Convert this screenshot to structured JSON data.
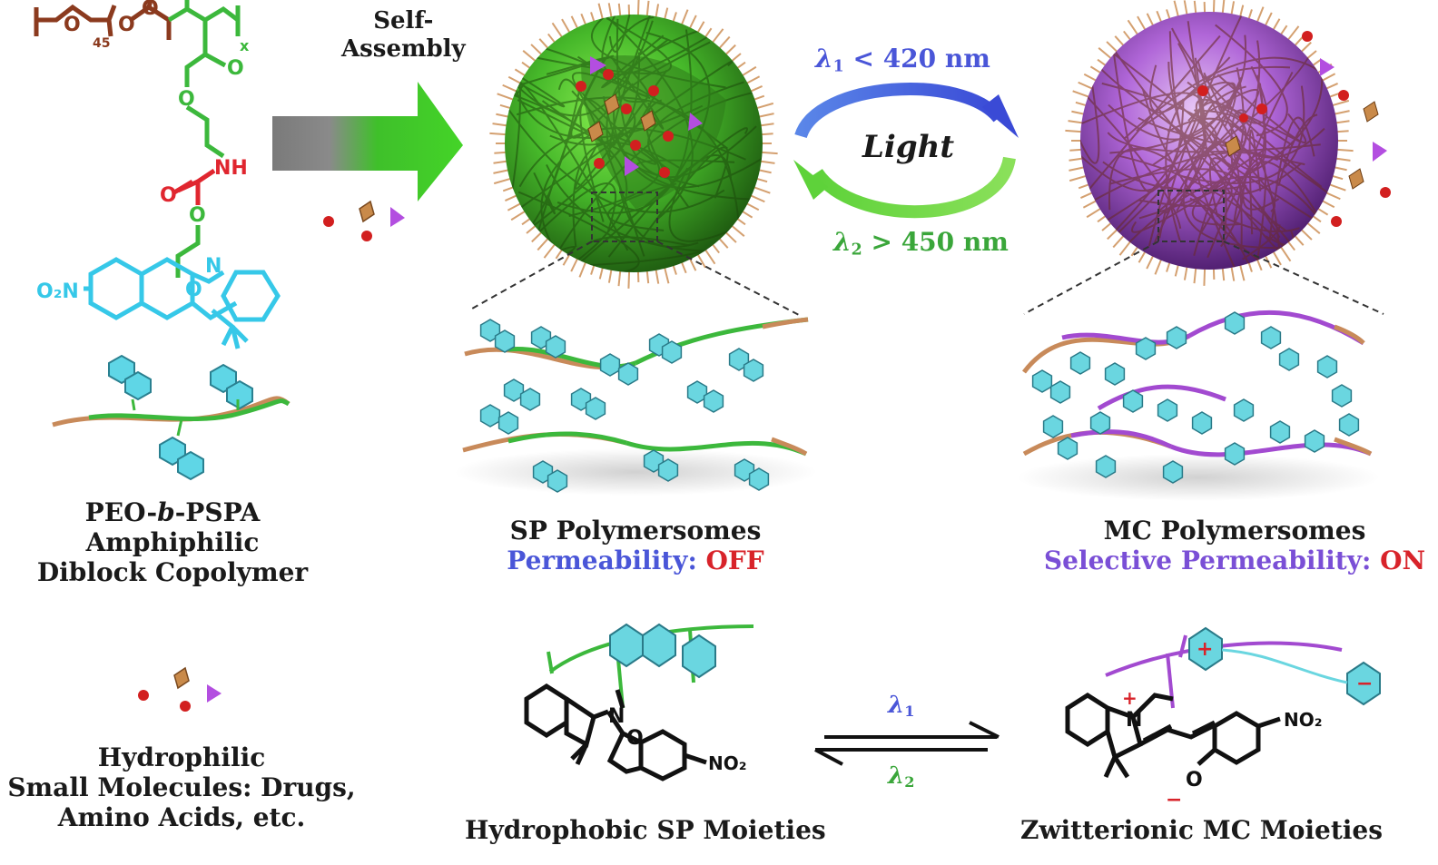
{
  "self_assembly": [
    "Self-",
    "Assembly"
  ],
  "light": "Light",
  "lambda1_forward": {
    "sym": "λ",
    "sub": "1",
    "rel": " < 420 nm"
  },
  "lambda2_back": {
    "sym": "λ",
    "sub": "2",
    "rel": " > 450 nm"
  },
  "copolymer": {
    "line1_a": "PEO-",
    "line1_b": "b",
    "line1_c": "-PSPA",
    "line2": "Amphiphilic",
    "line3": "Diblock Copolymer",
    "peo_repeat": "45",
    "pspa_repeat": "x",
    "nh": "NH",
    "nitro": "O₂N"
  },
  "hydrophilic": [
    "Hydrophilic",
    "Small Molecules: Drugs,",
    "Amino Acids, etc."
  ],
  "sp_polymersomes": {
    "title": "SP Polymersomes",
    "perm_label": "Permeability: ",
    "perm_state": "OFF"
  },
  "mc_polymersomes": {
    "title": "MC Polymersomes",
    "perm_label": "Selective Permeability: ",
    "perm_state": "ON"
  },
  "sp_moieties": "Hydrophobic SP Moieties",
  "mc_moieties": "Zwitterionic MC Moieties",
  "eq_lambda1": {
    "sym": "λ",
    "sub": "1"
  },
  "eq_lambda2": {
    "sym": "λ",
    "sub": "2"
  },
  "sp_nitro": "NO₂",
  "mc_nitro": "NO₂",
  "atom_n": "N",
  "atom_o": "O",
  "plus": "+",
  "minus": "−",
  "colors": {
    "peo": "#8b3a1e",
    "pspa": "#3cb83c",
    "carbamate": "#e0262f",
    "spiropyran": "#36c8e8",
    "sp_sphere": "#4cbf2a",
    "mc_sphere": "#9b3fc8",
    "blue_light": "#4a56d8",
    "green_light": "#5ac83a",
    "cargo_red": "#d21f1f",
    "cargo_tan": "#c98a4a",
    "cargo_purple": "#b34ee0"
  }
}
